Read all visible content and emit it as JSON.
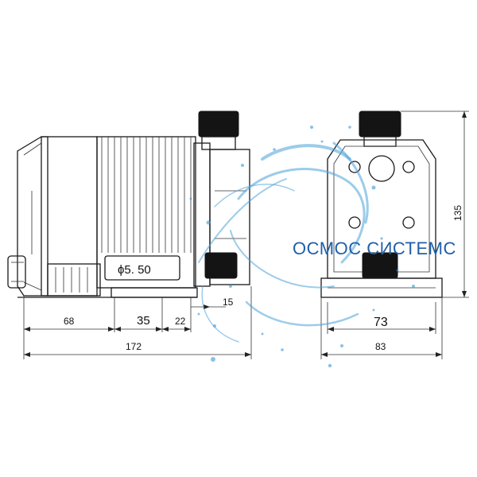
{
  "side_view": {
    "diameter_label": "ϕ5. 50",
    "dimensions": {
      "d68": "68",
      "d35": "35",
      "d22": "22",
      "d15": "15",
      "d172": "172"
    }
  },
  "front_view": {
    "dimensions": {
      "d73": "73",
      "d83": "83",
      "d135": "135"
    }
  },
  "brand": {
    "text": "ОСМОС СИСТЕМС",
    "color": "#1f5fa8"
  },
  "colors": {
    "water_splash": "#4aa3d8",
    "line": "#1a1a1a"
  }
}
